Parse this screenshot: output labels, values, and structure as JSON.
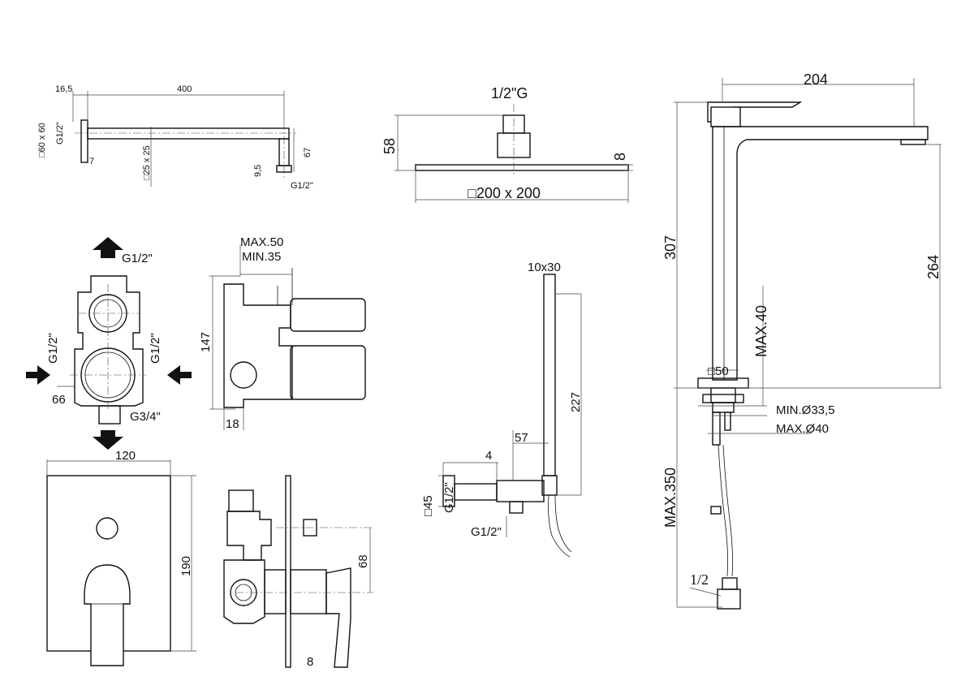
{
  "shower_arm": {
    "wall_offset": "16,5",
    "length": "400",
    "flange": "□60 x 60",
    "thread_wall": "G1/2\"",
    "flange_depth": "7",
    "tube": "□25 x 25",
    "drop": "67",
    "outlet_len": "9,5",
    "thread_outlet": "G1/2\""
  },
  "shower_head": {
    "thread": "1/2\"G",
    "height": "58",
    "thickness": "8",
    "size": "□200 x 200"
  },
  "mixer_tap": {
    "reach": "204",
    "total_height": "307",
    "spout_height": "264",
    "deck_thickness": "MAX.40",
    "base": "□50",
    "hole_min": "MIN.Ø33,5",
    "hole_max": "MAX.Ø40",
    "hose_length": "MAX.350",
    "hose_thread": "1/2"
  },
  "concealed_body": {
    "top_outlet": "G1/2\"",
    "side_left": "G1/2\"",
    "side_right": "G1/2\"",
    "bottom_outlet": "G3/4\"",
    "depth": "66"
  },
  "body_side": {
    "max_depth": "MAX.50",
    "min_depth": "MIN.35",
    "height": "147",
    "plate": "18"
  },
  "cover_plate": {
    "width": "120",
    "height": "190"
  },
  "handle_side": {
    "offset": "68",
    "plate_gap": "8"
  },
  "hand_shower": {
    "handle_section": "10x30",
    "length": "227",
    "bracket_depth": "57",
    "bracket_offset": "4",
    "bracket_size": "□45",
    "thread_wall": "G1/2\"",
    "thread_hose": "G1/2\""
  }
}
